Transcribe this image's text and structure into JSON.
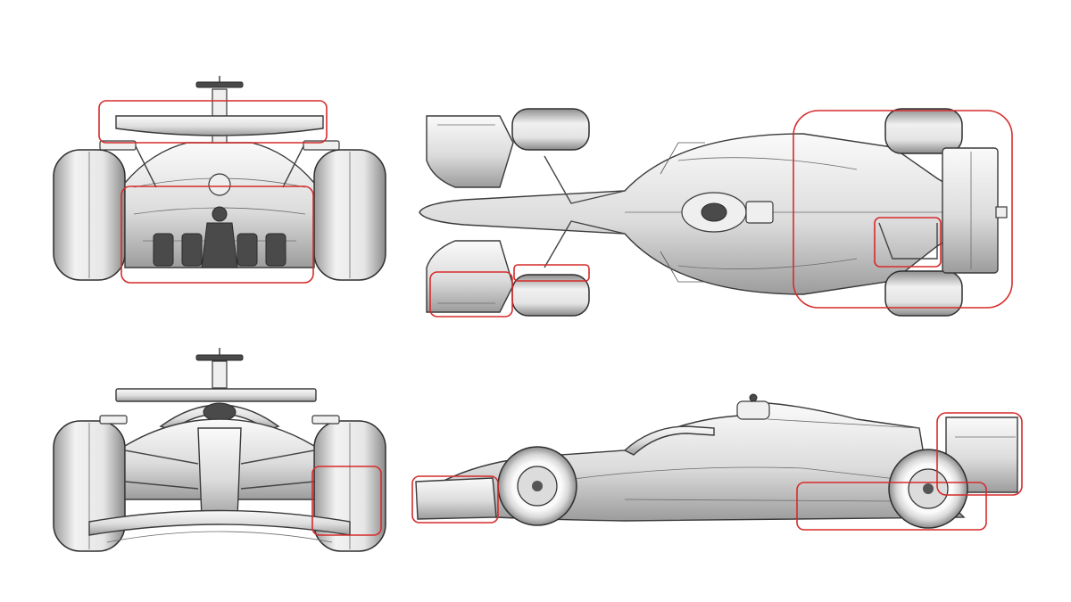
{
  "colors": {
    "highlight": "#d62b2b",
    "background": "#ffffff",
    "body_light": "#f2f2f2",
    "body_shade": "#a8a8a8",
    "outline": "#3a3a3a"
  },
  "views": [
    {
      "name": "rear-view",
      "highlighted_areas": [
        "rear-wing",
        "diffuser-area"
      ]
    },
    {
      "name": "top-view",
      "highlighted_areas": [
        "front-wing-endplate",
        "front-suspension",
        "rear-end",
        "rear-suspension"
      ]
    },
    {
      "name": "front-view",
      "highlighted_areas": [
        "front-wing-endplate"
      ]
    },
    {
      "name": "side-view",
      "highlighted_areas": [
        "front-wing",
        "floor-edge",
        "rear-wing-endplate"
      ]
    }
  ]
}
